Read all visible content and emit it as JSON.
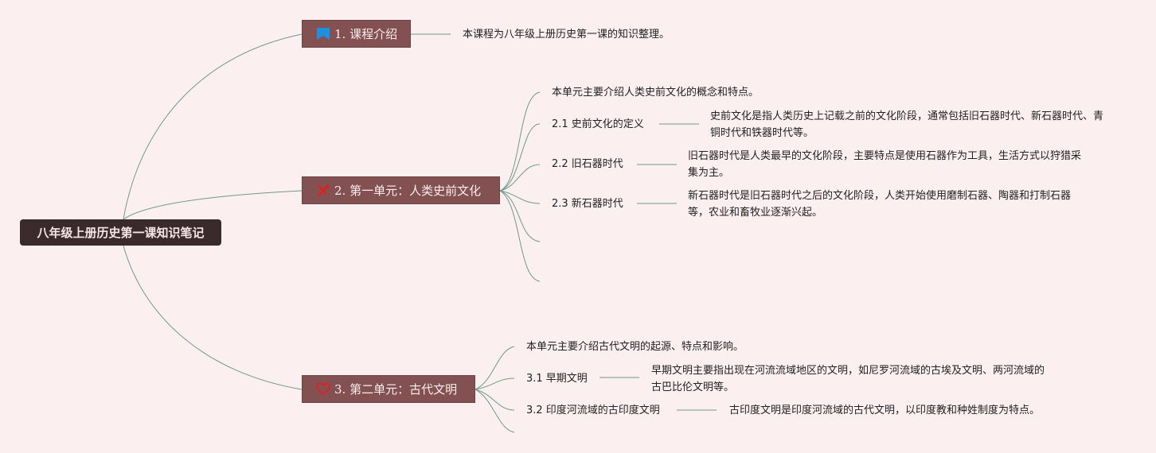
{
  "root": {
    "title": "八年级上册历史第一课知识笔记"
  },
  "topics": [
    {
      "title": "1. 课程介绍",
      "icon": "blue-flag-icon",
      "note": "本课程为八年级上册历史第一课的知识整理。"
    },
    {
      "title": "2. 第一单元：人类史前文化",
      "icon": "crossed-tools-icon",
      "intro": "本单元主要介绍人类史前文化的概念和特点。",
      "subtopics": [
        {
          "title": "2.1 史前文化的定义",
          "detail": "史前文化是指人类历史上记载之前的文化阶段，通常包括旧石器时代、新石器时代、青铜时代和铁器时代等。"
        },
        {
          "title": "2.2 旧石器时代",
          "detail": "旧石器时代是人类最早的文化阶段，主要特点是使用石器作为工具，生活方式以狩猎采集为主。"
        },
        {
          "title": "2.3 新石器时代",
          "detail": "新石器时代是旧石器时代之后的文化阶段，人类开始使用磨制石器、陶器和打制石器等，农业和畜牧业逐渐兴起。"
        }
      ]
    },
    {
      "title": "3. 第二单元：古代文明",
      "icon": "heart-icon",
      "intro": "本单元主要介绍古代文明的起源、特点和影响。",
      "subtopics": [
        {
          "title": "3.1 早期文明",
          "detail": "早期文明主要指出现在河流流域地区的文明，如尼罗河流域的古埃及文明、两河流域的古巴比伦文明等。"
        },
        {
          "title": "3.2 印度河流域的古印度文明",
          "detail": "古印度文明是印度河流域的古代文明，以印度教和种姓制度为特点。"
        }
      ]
    }
  ],
  "colors": {
    "background": "#fcefef",
    "root": "#3b2a2c",
    "topic": "#845152",
    "connector": "#6f9a8a"
  }
}
